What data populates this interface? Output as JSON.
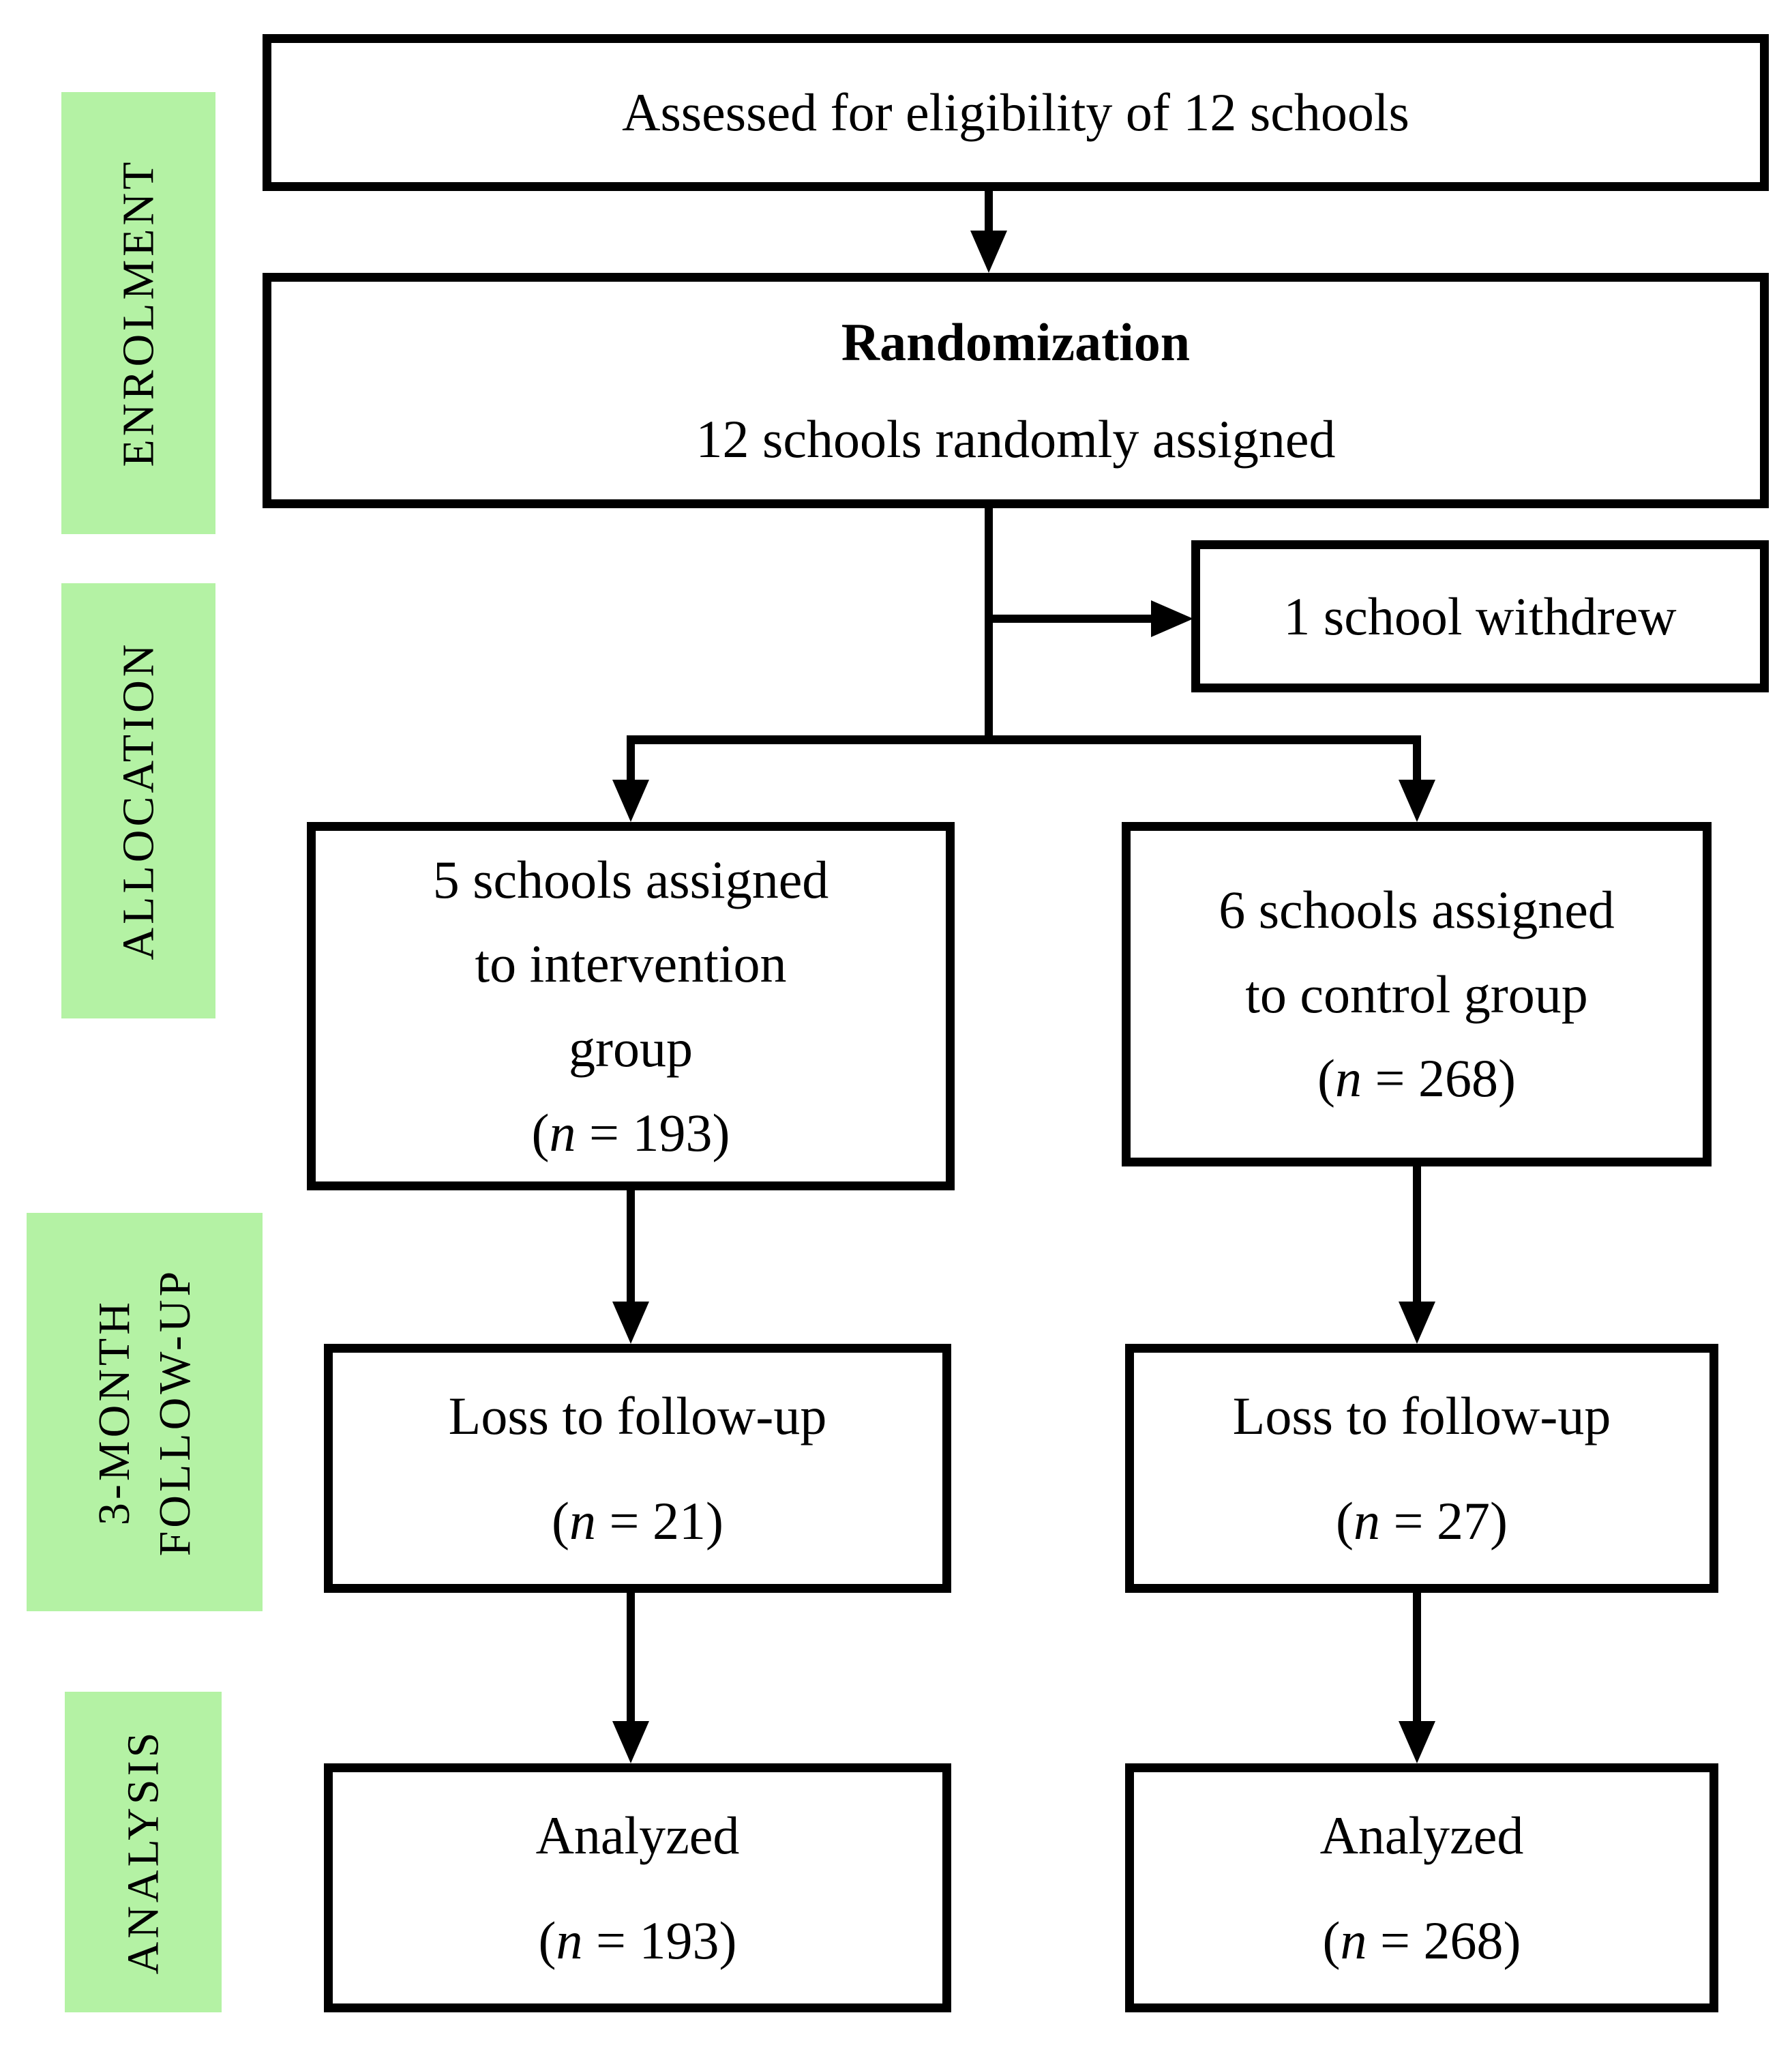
{
  "diagram": {
    "stages": [
      {
        "label": "ENROLMENT"
      },
      {
        "label": "ALLOCATION"
      },
      {
        "label_line1": "3-MONTH",
        "label_line2": "FOLLOW-UP"
      },
      {
        "label": "ANALYSIS"
      }
    ],
    "boxes": {
      "assessed": {
        "text": "Assessed for eligibility of 12 schools"
      },
      "randomization": {
        "title": "Randomization",
        "subtitle": "12 schools randomly assigned"
      },
      "withdrew": {
        "text": "1 school withdrew"
      },
      "allocation_intervention": {
        "line1": "5 schools assigned",
        "line2": "to intervention",
        "line3": "group",
        "n_open": "(",
        "n_symbol": "n",
        "n_rest": " = 193)"
      },
      "allocation_control": {
        "line1": "6 schools assigned",
        "line2": "to control group",
        "n_open": "(",
        "n_symbol": "n",
        "n_rest": " = 268)"
      },
      "followup_intervention": {
        "line1": "Loss to follow-up",
        "n_open": "(",
        "n_symbol": "n",
        "n_rest": " = 21)"
      },
      "followup_control": {
        "line1": "Loss to follow-up",
        "n_open": "(",
        "n_symbol": "n",
        "n_rest": " = 27)"
      },
      "analyzed_intervention": {
        "line1": "Analyzed",
        "n_open": "(",
        "n_symbol": "n",
        "n_rest": " = 193)"
      },
      "analyzed_control": {
        "line1": "Analyzed",
        "n_open": "(",
        "n_symbol": "n",
        "n_rest": " = 268)"
      }
    },
    "colors": {
      "stage_bg": "#b4f2a4",
      "border": "#000000",
      "text": "#000000",
      "background": "#ffffff"
    }
  }
}
